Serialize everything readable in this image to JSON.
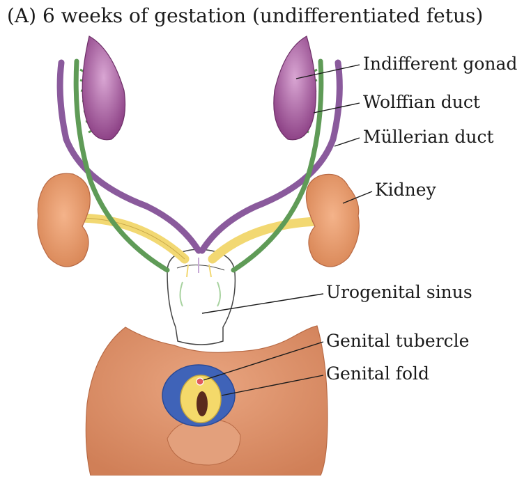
{
  "title": "(A) 6 weeks of gestation (undifferentiated fetus)",
  "labels": {
    "indifferent_gonad": "Indifferent gonad",
    "wolffian_duct": "Wolffian duct",
    "mullerian_duct": "Müllerian duct",
    "kidney": "Kidney",
    "urogenital_sinus": "Urogenital sinus",
    "genital_tubercle": "Genital tubercle",
    "genital_fold": "Genital fold"
  },
  "colors": {
    "gonad": "#9b4f93",
    "mullerian": "#8a5a9c",
    "wolffian": "#5f9b57",
    "kidney": "#de9466",
    "ureter": "#f2d872",
    "skin": "#d98a62",
    "fold": "#3f63b8",
    "tubercle": "#f4d96a"
  }
}
